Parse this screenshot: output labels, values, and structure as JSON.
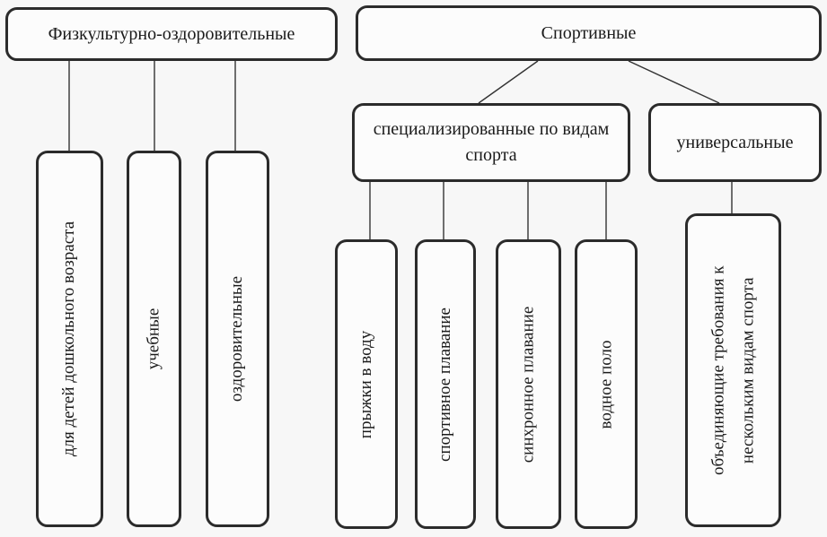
{
  "diagram": {
    "roots": {
      "fitness": {
        "label": "Физкультурно-оздоровительные"
      },
      "sports": {
        "label": "Спортивные"
      }
    },
    "fitness_children": [
      {
        "label": "для детей дошкольного возраста"
      },
      {
        "label": "учебные"
      },
      {
        "label": "оздоровительные"
      }
    ],
    "sports_children": {
      "specialized": {
        "line1": "специализированные",
        "line2": "по видам спорта"
      },
      "universal": {
        "label": "универсальные"
      }
    },
    "specialized_children": [
      {
        "label": "прыжки в воду"
      },
      {
        "label": "спортивное плавание"
      },
      {
        "label": "синхронное плавание"
      },
      {
        "label": "водное поло"
      }
    ],
    "universal_children": [
      {
        "line1": "объединяющие требования к",
        "line2": "нескольким видам спорта"
      }
    ]
  },
  "colors": {
    "background": "#f7f7f7",
    "box_fill": "#fcfcfc",
    "box_border": "#2b2b2b",
    "connector": "#333333"
  }
}
